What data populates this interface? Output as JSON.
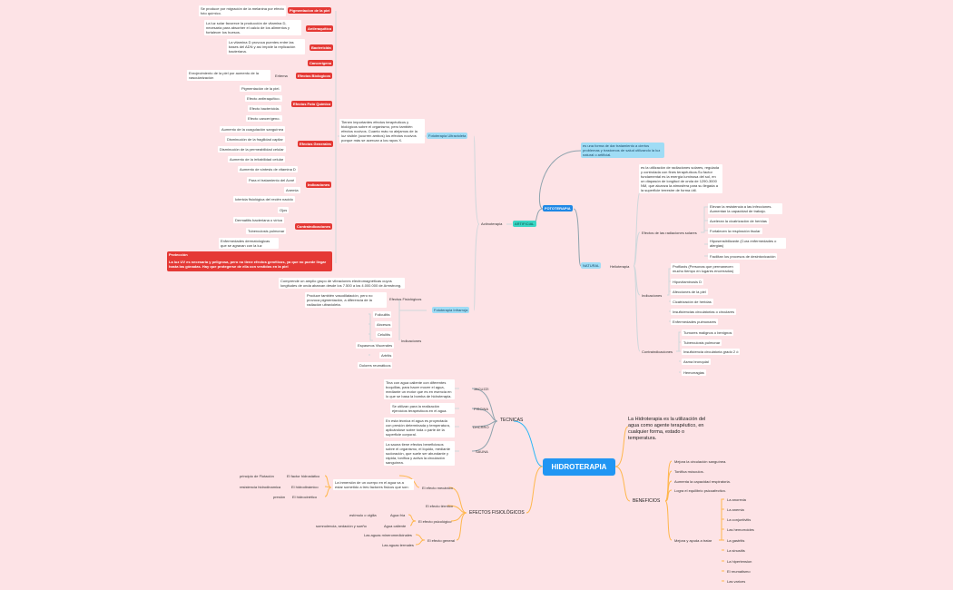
{
  "title": "HIDROTERAPIA",
  "intro": "La Hidroterapia es la utilización del agua como agente terapéutico, en cualquier forma, estado o temperatura.",
  "branches": {
    "tecnicas": "TECNICAS",
    "efectos": "EFECTOS FISIOLÓGICOS",
    "beneficios": "BENEFICIOS",
    "fototerapia": "FOTOTERAPIA"
  },
  "tecnicas": [
    {
      "label": "JACUZZI",
      "desc": "Tina con agua caliente con diferentes boquillas, para hacer mover el agua, mediante un motor que es en esencia en lo que se basa la bomba de hidroterapia."
    },
    {
      "label": "PISCINA",
      "desc": "Se utilizan para la realización ejercicios terapéuticos en el agua."
    },
    {
      "label": "DHCRRO",
      "desc": "En esta técnica el agua es proyectada con presión determinada y temperatura, aplicándose sobre toda o parte de la superficie corporal."
    },
    {
      "label": "SAUNA",
      "desc": "La sauna tiene efectos beneficiosos sobre el organismo, el líquido, mediante sudoración, que suele ser abundante y rápida, tonifica y activa la circulación sanguínea."
    }
  ],
  "efectos": {
    "mecanico": {
      "label": "El efecto mecánico",
      "desc": "La inmersión de un cuerpo en el agua va a estar sometido a tres factores físicos que son:",
      "factores": [
        {
          "label": "El factor hidrostático",
          "sub": "principio de Flotación"
        },
        {
          "label": "El hidrodinámico",
          "sub": "resistencia hidrodinamica"
        },
        {
          "label": "El hidrocinético",
          "sub": "presión"
        }
      ]
    },
    "termico": "El efecto térmico",
    "psicologico": {
      "label": "El efecto psicológico",
      "items": [
        {
          "label": "Agua fría",
          "sub": "estímulo o vigilia"
        },
        {
          "label": "Agua caliente",
          "sub": "somnolencia, sedación y sueño"
        }
      ]
    },
    "general": {
      "label": "El efecto general",
      "items": [
        "Las aguas mineromedicinales",
        "Las aguas termales"
      ]
    }
  },
  "beneficios": {
    "items": [
      "Mejora la circulación sanguínea.",
      "Tonifica músculos.",
      "Aumenta la capacidad respiratoria.",
      "Logra el equilibrio psicoafectivo."
    ],
    "mejora_label": "Mejora y ayuda a tratar",
    "mejora": [
      "La anorexia",
      "La anemia",
      "La conjuntivitis",
      "Las hemorroides",
      "La gastritis",
      "La sinusitis",
      "La hipertension",
      "El reumatismo",
      "Las varices"
    ]
  },
  "fototerapia": {
    "definicion": "es una forma de dar tratamiento a ciertos problemas y trastornos de salud utilizando la luz natural o artificial.",
    "artificial": "ARTIFICIAL",
    "natural": "NATURAL",
    "actinoterapia": "Actinoterapia",
    "helioterapia": "Helioterapia",
    "helio_def": "es la utilización de radiaciones solares, regulada y controlada con fines terapéuticos.Su factor fundamental es la energía luminosa del sol, en un diapasón de longitud de onda de 1290-3000 NM, que alcanza la atmosfera para su llegada a la superficie terrestre de forma útil.",
    "efectos_solares": {
      "label": "Efectos de las radiaciones solares",
      "items": [
        "Elevan la resistencia a las infecciones. Aumentan la capacidad de trabajo.",
        "Aceleran la cicatrización de heridas",
        "Fortalecen la respiración tisular",
        "Hiposensibilizante (Cura enfermedades o alergias)",
        "Facilitan los procesos de desintoxicación"
      ]
    },
    "indicaciones": {
      "label": "Indicaciones",
      "items": [
        "Profilaxis (Personas que permanecen mucho tiempo en lugares encerrados)",
        "Hipovitaminosis D",
        "Afecciones de la piel",
        "Cicatrización de heridas",
        "Insuficiencias circulatorias o circulares",
        "Enfermedades pulmonares"
      ]
    },
    "contraindicaciones": {
      "label": "Contraindicaciones",
      "items": [
        "Tumores malignos o benignos",
        "Tuberculosis pulmonar",
        "Insuficiencia circulatoria grado 2 ó",
        "Asma bronquial",
        "Hemorragias"
      ]
    },
    "ultravioleta": {
      "label": "Fototerapia Ultravioleta",
      "desc": "Tienen importantes efectos terapéuticos y biológicos sobre el organismo, pero también efectos nocivos. Cuanto más no alejamos de la luz visible (ocurren ambos) los efectos nocivos porque más se acercan a los rayos X."
    },
    "infrarroja": {
      "label": "Fototerapia Infrarroja",
      "desc": "Comprende un amplio grupo de vibraciones electromagnéticas cuyos longitudes de onda abarcan desde los 7.500 a los 4.000.000 de Armstrong.",
      "efectos_label": "Efectos Fisiológicos",
      "efectos_desc": "Produce también vasodilatación, pero no provoca pigmentación, a diferencia de la radiación ultravioleta.",
      "indicaciones_label": "Indicaciones",
      "indicaciones": [
        "Foliculitis",
        "Abcesos",
        "Celulitis",
        "Espasmos Viscerales",
        "Artritis",
        "Dolores reumáticos"
      ]
    },
    "uv_categorias": [
      {
        "label": "Pigmentacion de la piel",
        "items": [
          "Se produce por migración de la melanina por efecto foto químico."
        ]
      },
      {
        "label": "Antirraquítico",
        "items": [
          "La luz solar favorece la producción de vitamina D, necesaria para absorber el calcio de los alimentos y fortalecer los huesos."
        ]
      },
      {
        "label": "Bactericida",
        "items": [
          "La vitamina D provoca puentes entre las bases del ADN y así impide la replicación bacteriana."
        ]
      },
      {
        "label": "Cancerígeno",
        "items": []
      },
      {
        "label": "Efectos Biologicos",
        "items": [
          "Eritema"
        ]
      },
      {
        "label": "Efectos Foto Químico",
        "items": [
          "Pigmentación de la piel.",
          "Efecto antirraquítico.",
          "Efecto bactericida.",
          "Efecto cancerígeno."
        ]
      },
      {
        "label": "Efectos Generales",
        "items": [
          "Aumento de la coagulación sanguínea",
          "Disminución de la fragilidad capilar",
          "Disminución de la permeabilidad celular",
          "Aumento de la irritabilidad celular"
        ]
      },
      {
        "label": "Indicaciones",
        "items": [
          "Aumento de síntesis de vitamina D",
          "Para el tratamiento del Acné",
          "Anemia"
        ]
      },
      {
        "label": "Contraindicaciones",
        "items": [
          "Ictericia fisiológica del recién nacido",
          "Ojos",
          "Dermatitis bacteriana o vírica",
          "Tuberculosis pulmonar",
          "Enfermedades dermatologicas que se agravan con la luz"
        ]
      }
    ],
    "eritema_desc": "Enrojecimiento de la piel por aumento de la vascularización",
    "proteccion_title": "Protección",
    "proteccion_desc": "La luz UV es necesaria y peligrosa, pero no tiene efectos genéticos, ya que no puede llegar hasta las gónadas. Hay que protegerse de ella con vestidos en la piel"
  }
}
